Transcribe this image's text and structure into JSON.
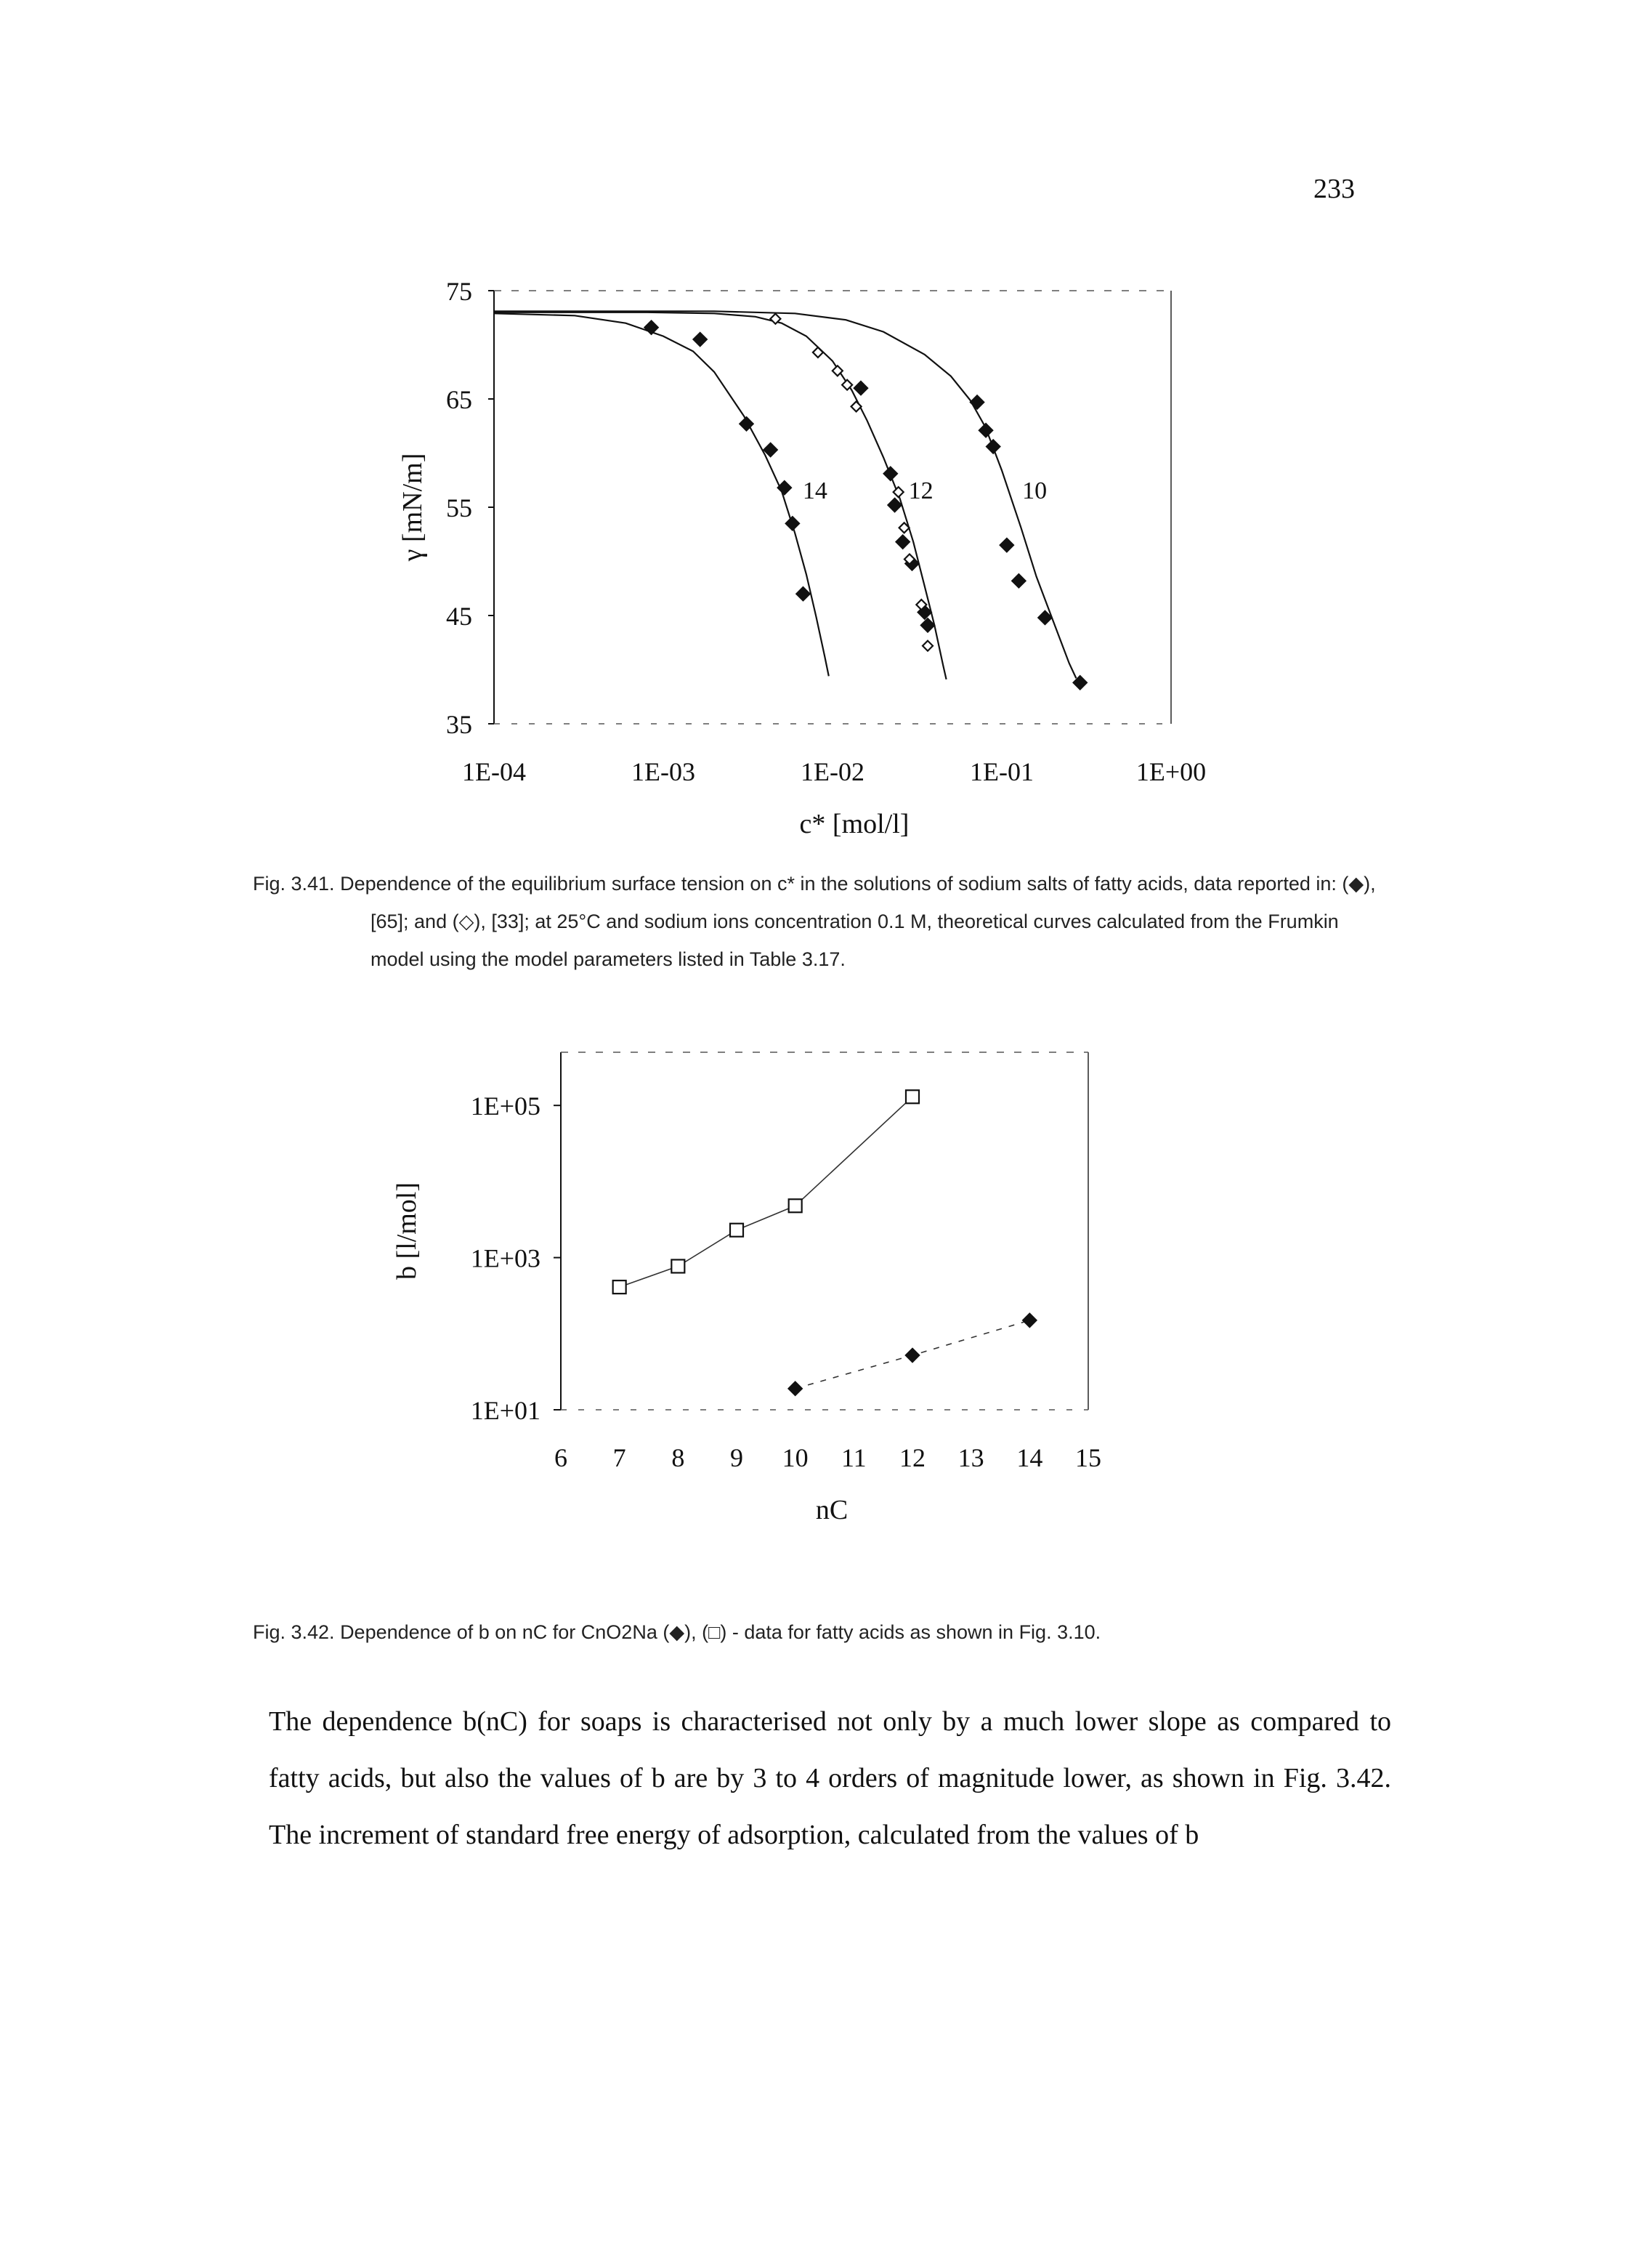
{
  "page_number": "233",
  "figure1": {
    "caption_label": "Fig. 3.41.",
    "caption_text": "Dependence of the equilibrium surface tension on c* in the solutions of sodium salts of fatty acids, data reported in: (◆), [65]; and (◇), [33]; at 25°C and sodium ions concentration 0.1 M, theoretical curves calculated from the Frumkin model using the model parameters listed in Table 3.17."
  },
  "figure2": {
    "caption_text": "Fig. 3.42. Dependence of b on nC for CnO2Na (◆), (□) - data for fatty acids as shown in Fig. 3.10."
  },
  "body_text": "The dependence b(nC) for soaps is characterised not only by a much lower slope as compared to fatty acids, but also the values of b are by 3 to 4 orders of magnitude lower, as shown in Fig. 3.42. The increment of standard free energy of adsorption, calculated from the values of b",
  "chart_data": [
    {
      "type": "scatter",
      "xlabel": "c* [mol/l]",
      "ylabel": "γ [mN/m]",
      "x_scale": "log",
      "xlim": [
        0.0001,
        1
      ],
      "ylim": [
        35,
        75
      ],
      "x_tick_labels": [
        "1E-04",
        "1E-03",
        "1E-02",
        "1E-01",
        "1E+00"
      ],
      "x_tick_values": [
        0.0001,
        0.001,
        0.01,
        0.1,
        1
      ],
      "y_ticks": [
        35,
        45,
        55,
        65,
        75
      ],
      "grid": false,
      "curve_labels": [
        {
          "text": "14",
          "x": 0.0058,
          "y": 56.6
        },
        {
          "text": "12",
          "x": 0.0245,
          "y": 56.6
        },
        {
          "text": "10",
          "x": 0.115,
          "y": 56.6
        }
      ],
      "series": [
        {
          "marker": "filled-diamond",
          "points": [
            [
              0.00085,
              71.6
            ],
            [
              0.00165,
              70.5
            ],
            [
              0.0031,
              62.7
            ],
            [
              0.0043,
              60.3
            ],
            [
              0.0052,
              56.8
            ],
            [
              0.0058,
              53.5
            ],
            [
              0.0067,
              47.0
            ],
            [
              0.0147,
              66.0
            ],
            [
              0.022,
              58.1
            ],
            [
              0.0233,
              55.2
            ],
            [
              0.026,
              51.8
            ],
            [
              0.0295,
              49.8
            ],
            [
              0.035,
              45.3
            ],
            [
              0.0365,
              44.1
            ],
            [
              0.0715,
              64.7
            ],
            [
              0.0805,
              62.1
            ],
            [
              0.089,
              60.6
            ],
            [
              0.107,
              51.5
            ],
            [
              0.126,
              48.2
            ],
            [
              0.18,
              44.8
            ],
            [
              0.29,
              38.8
            ]
          ]
        },
        {
          "marker": "open-diamond",
          "points": [
            [
              0.0046,
              72.4
            ],
            [
              0.0082,
              69.3
            ],
            [
              0.0107,
              67.6
            ],
            [
              0.0122,
              66.3
            ],
            [
              0.0138,
              64.3
            ],
            [
              0.0245,
              56.4
            ],
            [
              0.0265,
              53.1
            ],
            [
              0.0285,
              50.2
            ],
            [
              0.0335,
              46.0
            ],
            [
              0.0365,
              42.2
            ]
          ]
        },
        {
          "marker": "line",
          "name": "14",
          "points": [
            [
              0.0001,
              72.9
            ],
            [
              0.0003,
              72.7
            ],
            [
              0.0006,
              72.0
            ],
            [
              0.001,
              70.8
            ],
            [
              0.0015,
              69.4
            ],
            [
              0.002,
              67.5
            ],
            [
              0.003,
              63.4
            ],
            [
              0.004,
              59.8
            ],
            [
              0.005,
              56.5
            ],
            [
              0.006,
              52.6
            ],
            [
              0.007,
              48.8
            ],
            [
              0.008,
              44.9
            ],
            [
              0.009,
              41.2
            ],
            [
              0.0095,
              39.4
            ]
          ]
        },
        {
          "marker": "line",
          "name": "12",
          "points": [
            [
              0.0001,
              73.0
            ],
            [
              0.0008,
              73.0
            ],
            [
              0.002,
              72.9
            ],
            [
              0.0035,
              72.6
            ],
            [
              0.005,
              72.0
            ],
            [
              0.007,
              70.8
            ],
            [
              0.01,
              68.5
            ],
            [
              0.013,
              65.8
            ],
            [
              0.016,
              63.0
            ],
            [
              0.02,
              59.6
            ],
            [
              0.025,
              55.8
            ],
            [
              0.03,
              51.8
            ],
            [
              0.035,
              47.7
            ],
            [
              0.04,
              44.1
            ],
            [
              0.045,
              40.4
            ],
            [
              0.047,
              39.1
            ]
          ]
        },
        {
          "marker": "line",
          "name": "10",
          "points": [
            [
              0.0001,
              73.1
            ],
            [
              0.002,
              73.1
            ],
            [
              0.006,
              72.9
            ],
            [
              0.012,
              72.3
            ],
            [
              0.02,
              71.2
            ],
            [
              0.035,
              69.1
            ],
            [
              0.05,
              67.1
            ],
            [
              0.065,
              64.9
            ],
            [
              0.08,
              62.4
            ],
            [
              0.1,
              58.4
            ],
            [
              0.13,
              53.1
            ],
            [
              0.16,
              48.6
            ],
            [
              0.2,
              44.6
            ],
            [
              0.25,
              40.6
            ],
            [
              0.275,
              39.2
            ]
          ]
        }
      ]
    },
    {
      "type": "line",
      "xlabel": "nC",
      "ylabel": "b [l/mol]",
      "y_scale": "log",
      "xlim": [
        6,
        15
      ],
      "ylim": [
        10,
        500000
      ],
      "x_ticks": [
        6,
        7,
        8,
        9,
        10,
        11,
        12,
        13,
        14,
        15
      ],
      "y_tick_labels": [
        "1E+01",
        "1E+03",
        "1E+05"
      ],
      "y_tick_values": [
        10,
        1000,
        100000
      ],
      "grid": false,
      "series": [
        {
          "marker": "open-square",
          "line": "solid",
          "x": [
            7,
            8,
            9,
            10,
            12
          ],
          "y": [
            410,
            770,
            2300,
            4800,
            130000
          ]
        },
        {
          "marker": "filled-diamond",
          "line": "dashed",
          "x": [
            10,
            12,
            14
          ],
          "y": [
            19,
            52,
            150
          ]
        }
      ]
    }
  ]
}
